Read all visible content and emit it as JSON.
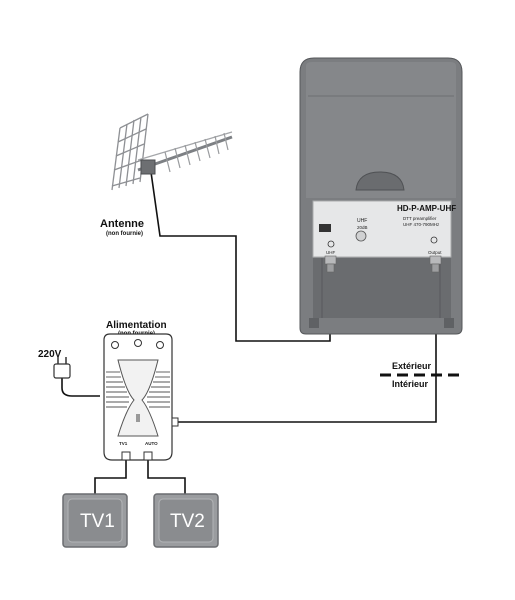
{
  "labels": {
    "antenna": "Antenne",
    "antenna_note": "(non fournie)",
    "power_supply": "Alimentation",
    "power_supply_note": "(non fournie)",
    "voltage": "220V",
    "outside": "Extérieur",
    "inside": "Intérieur"
  },
  "amplifier": {
    "model": "HD-P-AMP-UHF",
    "line1": "DTT preamplifier",
    "line2": "UHF 470-790MHz",
    "input_band": "UHF",
    "gain_label": "20dB",
    "port_in": "UHF",
    "port_out": "Output"
  },
  "power_unit": {
    "port_left": "TV1",
    "port_right": "AUTO"
  },
  "tvs": [
    {
      "label": "TV1"
    },
    {
      "label": "TV2"
    }
  ],
  "colors": {
    "housing": "#7b7d80",
    "housing_dark": "#5f6164",
    "panel": "#e6e7e8",
    "tv_screen": "#8a8c8f",
    "cable": "#111111"
  }
}
